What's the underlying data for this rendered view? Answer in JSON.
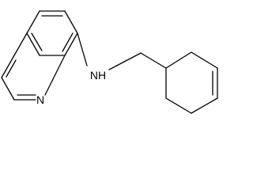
{
  "molecule": {
    "atoms": [
      {
        "id": "N_ring",
        "symbol": "N",
        "ring": "quinoline"
      },
      {
        "id": "N_amine",
        "symbol": "N",
        "attached_h": "H"
      }
    ]
  },
  "colors": {
    "bond": "#000000",
    "label": "#000000",
    "background": "#ffffff"
  }
}
